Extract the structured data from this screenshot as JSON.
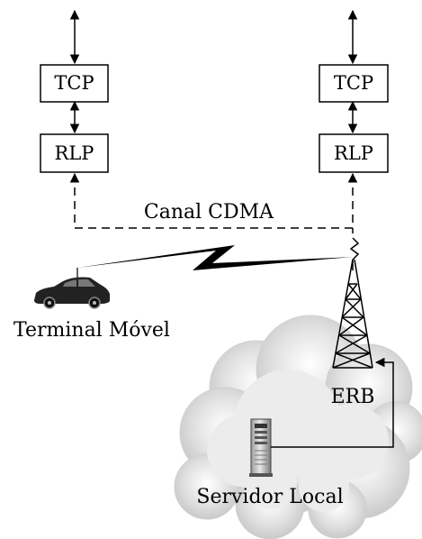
{
  "left_stack": {
    "tcp_label": "TCP",
    "rlp_label": "RLP"
  },
  "right_stack": {
    "tcp_label": "TCP",
    "rlp_label": "RLP"
  },
  "channel_label": "Canal CDMA",
  "mobile_label": "Terminal Móvel",
  "base_station_label": "ERB",
  "server_label": "Servidor Local",
  "icons": [
    "car-icon",
    "antenna-tower-icon",
    "server-icon",
    "cloud-icon",
    "lightning-link-icon"
  ]
}
